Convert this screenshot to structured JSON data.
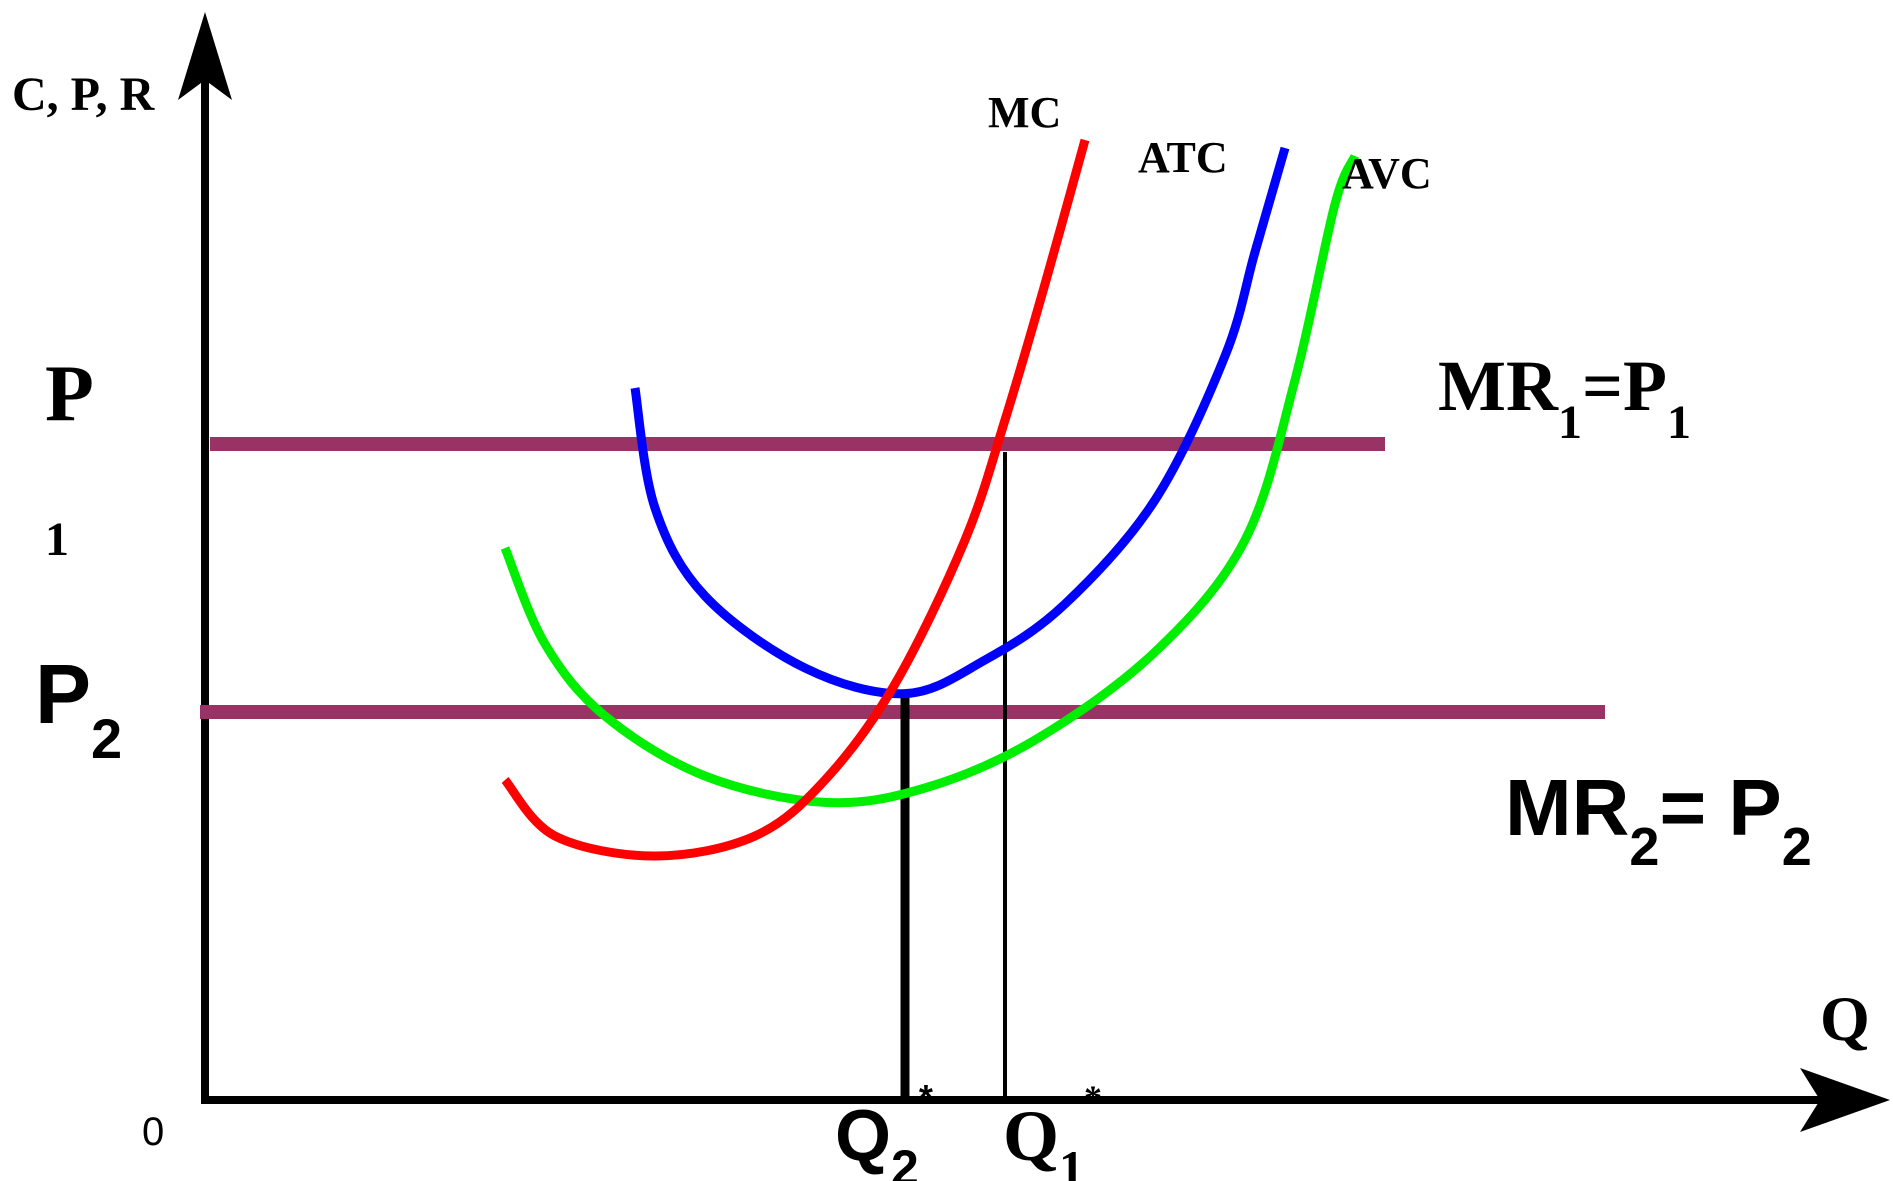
{
  "chart_data": {
    "type": "line",
    "title": "",
    "xlabel": "Q",
    "ylabel": "C, P, R",
    "origin_label": "0",
    "xlim": [
      0,
      17
    ],
    "ylim": [
      0,
      12
    ],
    "grid": false,
    "legend": "none",
    "series": [
      {
        "name": "MC",
        "color": "#ff0000",
        "points": [
          [
            3.0,
            4.0
          ],
          [
            3.5,
            3.3
          ],
          [
            4.5,
            3.05
          ],
          [
            5.5,
            3.3
          ],
          [
            6.2,
            4.0
          ],
          [
            6.9,
            5.2
          ],
          [
            7.6,
            7.0
          ],
          [
            8.0,
            8.5
          ],
          [
            8.4,
            10.2
          ],
          [
            8.8,
            12.0
          ]
        ]
      },
      {
        "name": "ATC",
        "color": "#0000ff",
        "points": [
          [
            4.3,
            8.9
          ],
          [
            4.5,
            7.4
          ],
          [
            5.0,
            6.3
          ],
          [
            6.0,
            5.4
          ],
          [
            7.0,
            5.08
          ],
          [
            7.8,
            5.5
          ],
          [
            8.6,
            6.2
          ],
          [
            9.5,
            7.5
          ],
          [
            10.2,
            9.3
          ],
          [
            10.5,
            10.6
          ],
          [
            10.8,
            11.9
          ]
        ]
      },
      {
        "name": "AVC",
        "color": "#00ee00",
        "points": [
          [
            3.0,
            6.9
          ],
          [
            3.4,
            5.7
          ],
          [
            4.0,
            4.8
          ],
          [
            5.0,
            4.05
          ],
          [
            6.2,
            3.72
          ],
          [
            7.2,
            3.9
          ],
          [
            8.3,
            4.5
          ],
          [
            9.5,
            5.6
          ],
          [
            10.4,
            7.0
          ],
          [
            10.9,
            9.0
          ],
          [
            11.3,
            11.2
          ],
          [
            11.5,
            11.8
          ]
        ]
      }
    ],
    "hlines": [
      {
        "y": 8.2,
        "x_end": 11.8,
        "label_main": "MR",
        "label_sub1": "1",
        "label_mid": "=P",
        "label_sub2": "1",
        "color": "#993366"
      },
      {
        "y": 4.85,
        "x_end": 14.0,
        "label_main": "MR",
        "label_sub1": "2",
        "label_mid": "= P",
        "label_sub2": "2",
        "color": "#993366"
      }
    ],
    "vlines": [
      {
        "x": 7.0,
        "y_top": 5.08,
        "label_main": "Q",
        "label_sub": "2",
        "label_sup": "*"
      },
      {
        "x": 8.0,
        "y_top": 8.1,
        "label_main": "Q",
        "label_sub": "1",
        "label_sup": "*"
      }
    ],
    "y_tick_labels": [
      {
        "main": "P",
        "sub": "1"
      },
      {
        "main": "P",
        "sub": "2"
      }
    ]
  }
}
